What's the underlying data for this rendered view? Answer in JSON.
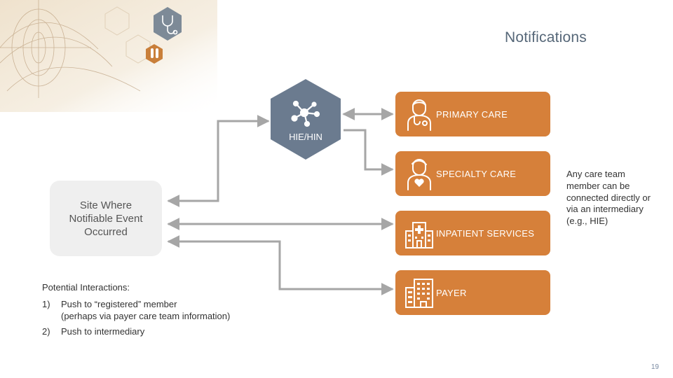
{
  "title": "Notifications",
  "hub": {
    "label": "HIE/HIN",
    "icon": "network-hub-icon",
    "color": "#6b7b8f"
  },
  "site": {
    "label": "Site Where Notifiable Event Occurred",
    "color": "#efefef"
  },
  "care_team": [
    {
      "label": "PRIMARY CARE",
      "icon": "doctor-icon"
    },
    {
      "label": "SPECIALTY CARE",
      "icon": "caregiver-icon"
    },
    {
      "label": "INPATIENT SERVICES",
      "icon": "hospital-icon"
    },
    {
      "label": "PAYER",
      "icon": "office-building-icon"
    }
  ],
  "care_color": "#d6803a",
  "connector_color": "#a6a6a6",
  "note": "Any care team member can be connected directly or via an intermediary (e.g., HIE)",
  "interactions": {
    "title": "Potential Interactions:",
    "items": [
      {
        "num": "1)",
        "text": "Push to “registered” member",
        "subtext": "(perhaps via payer care team information)"
      },
      {
        "num": "2)",
        "text": "Push to intermediary",
        "subtext": ""
      }
    ]
  },
  "page_number": "19"
}
